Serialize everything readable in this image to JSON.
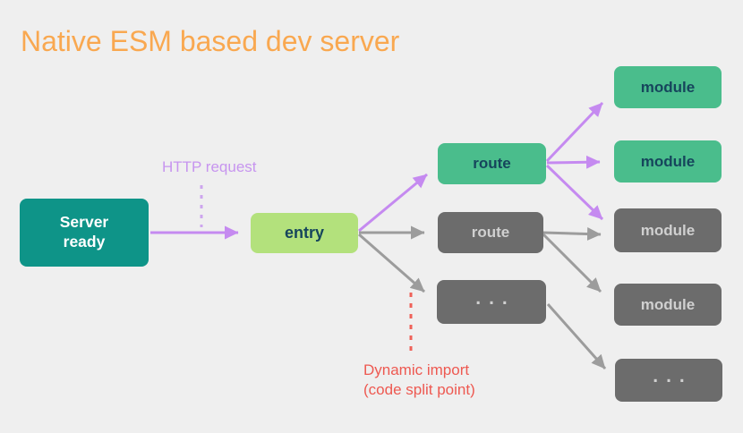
{
  "title": "Native ESM based dev server",
  "nodes": {
    "server_ready": "Server ready",
    "entry": "entry",
    "route_green": "route",
    "route_gray": "route",
    "routes_more": "...",
    "module_green_1": "module",
    "module_green_2": "module",
    "module_gray_1": "module",
    "module_gray_2": "module",
    "modules_more": "..."
  },
  "labels": {
    "http_request": "HTTP request",
    "dynamic_import_line1": "Dynamic import",
    "dynamic_import_line2": "(code split point)"
  },
  "colors": {
    "background": "#efefef",
    "title_orange": "#f9a850",
    "server_box_teal": "#0e9488",
    "entry_box_lightgreen": "#b3e17c",
    "route_module_green": "#4abd8c",
    "route_module_gray": "#6c6c6c",
    "green_box_text": "#16455c",
    "gray_box_text": "#d0d0d0",
    "purple_arrow": "#c58af0",
    "purple_label": "#c795ef",
    "gray_arrow": "#9c9c9c",
    "red_label": "#ee5951"
  }
}
